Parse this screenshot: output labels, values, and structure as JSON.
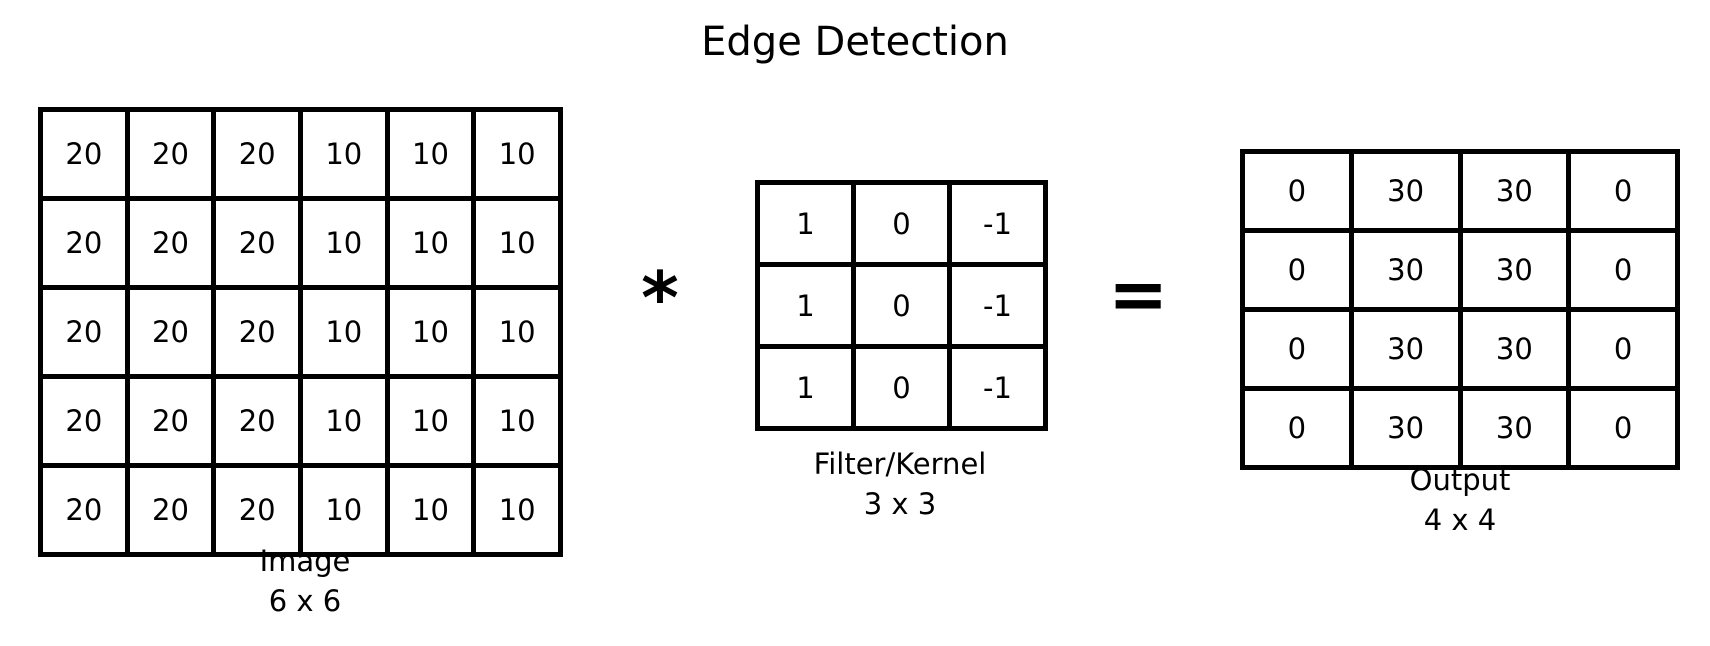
{
  "title": "Edge Detection",
  "image": {
    "rows": [
      [
        "20",
        "20",
        "20",
        "10",
        "10",
        "10"
      ],
      [
        "20",
        "20",
        "20",
        "10",
        "10",
        "10"
      ],
      [
        "20",
        "20",
        "20",
        "10",
        "10",
        "10"
      ],
      [
        "20",
        "20",
        "20",
        "10",
        "10",
        "10"
      ],
      [
        "20",
        "20",
        "20",
        "10",
        "10",
        "10"
      ]
    ],
    "label": "Image",
    "size": "6 x 6"
  },
  "kernel": {
    "rows": [
      [
        "1",
        "0",
        "-1"
      ],
      [
        "1",
        "0",
        "-1"
      ],
      [
        "1",
        "0",
        "-1"
      ]
    ],
    "label": "Filter/Kernel",
    "size": "3 x 3"
  },
  "output": {
    "rows": [
      [
        "0",
        "30",
        "30",
        "0"
      ],
      [
        "0",
        "30",
        "30",
        "0"
      ],
      [
        "0",
        "30",
        "30",
        "0"
      ],
      [
        "0",
        "30",
        "30",
        "0"
      ]
    ],
    "label": "Output",
    "size": "4 x 4"
  },
  "operators": {
    "convolution": "*",
    "equals": "="
  }
}
